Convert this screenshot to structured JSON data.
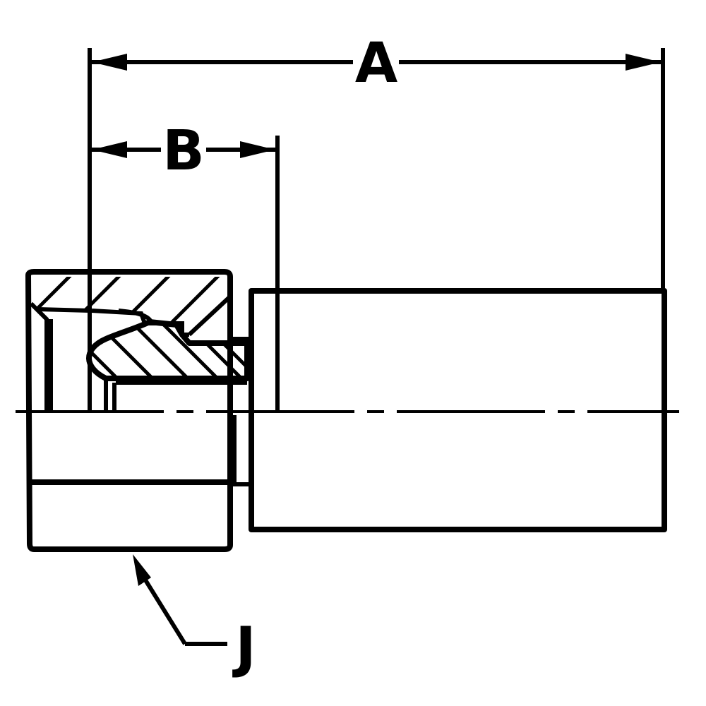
{
  "drawing": {
    "labels": {
      "overall_length": "A",
      "nut_length": "B",
      "hex_callout": "J"
    },
    "line_color": "#000000",
    "background_color": "#ffffff"
  }
}
